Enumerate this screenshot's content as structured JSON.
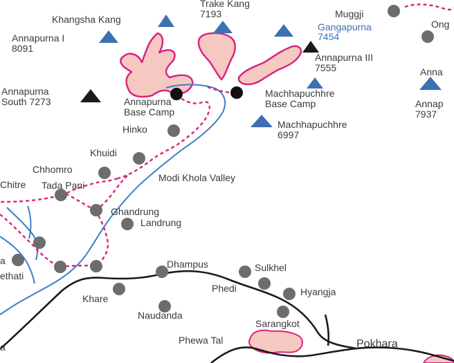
{
  "map": {
    "peaks": [
      {
        "id": "khangsha-kang",
        "line1": "Khangsha Kang",
        "line2": ""
      },
      {
        "id": "annapurna-i",
        "line1": "Annapurna I",
        "line2": "8091"
      },
      {
        "id": "trake-kang",
        "line1": "Trake Kang",
        "line2": "7193"
      },
      {
        "id": "gangapurna",
        "line1": "Gangapurna",
        "line2": "7454"
      },
      {
        "id": "annapurna-iii",
        "line1": "Annapurna III",
        "line2": "7555"
      },
      {
        "id": "annapurna-south",
        "line1": "Annapurna",
        "line2": "South 7273"
      },
      {
        "id": "machhapuchhre",
        "line1": "Machhapuchhre",
        "line2": "6997"
      },
      {
        "id": "annapurna-right",
        "line1": "Anna",
        "line2": ""
      },
      {
        "id": "annapurna-right-2",
        "line1": "Annap",
        "line2": "7937"
      }
    ],
    "camps": [
      {
        "id": "abc",
        "line1": "Annapurna",
        "line2": "Base Camp"
      },
      {
        "id": "mbc",
        "line1": "Machhapuchhre",
        "line2": "Base Camp"
      }
    ],
    "villages": [
      {
        "id": "muggji",
        "label": "Muggji"
      },
      {
        "id": "ong",
        "label": "Ong"
      },
      {
        "id": "hinko",
        "label": "Hinko"
      },
      {
        "id": "khuidi",
        "label": "Khuidi"
      },
      {
        "id": "chhomro",
        "label": "Chhomro"
      },
      {
        "id": "chitre",
        "label": "Chitre"
      },
      {
        "id": "tada-pani",
        "label": "Tada Pani"
      },
      {
        "id": "ghandrung",
        "label": "Ghandrung"
      },
      {
        "id": "landrung",
        "label": "Landrung"
      },
      {
        "id": "dhampus",
        "label": "Dhampus"
      },
      {
        "id": "sulkhel",
        "label": "Sulkhel"
      },
      {
        "id": "phedi",
        "label": "Phedi"
      },
      {
        "id": "hyangja",
        "label": "Hyangja"
      },
      {
        "id": "khare",
        "label": "Khare"
      },
      {
        "id": "naudanda",
        "label": "Naudanda"
      },
      {
        "id": "sarangkot",
        "label": "Sarangkot"
      },
      {
        "id": "ethati",
        "label": "ethati"
      },
      {
        "id": "a-left",
        "label": "a"
      },
      {
        "id": "a-bottom",
        "label": "a"
      }
    ],
    "valley": {
      "label": "Modi Khola Valley"
    },
    "lake": {
      "label": "Phewa Tal"
    },
    "city": {
      "label": "Pokhara"
    },
    "colors": {
      "river": "#3d7dc8",
      "trail": "#d6257e",
      "road": "#1a1a1a",
      "glacier_fill": "#f6c8c2",
      "glacier_stroke": "#d6257e",
      "peak_blue": "#3d6fb3",
      "peak_black": "#1a1a1a",
      "village_dot": "#6d6d6d",
      "camp_dot": "#111111"
    }
  }
}
